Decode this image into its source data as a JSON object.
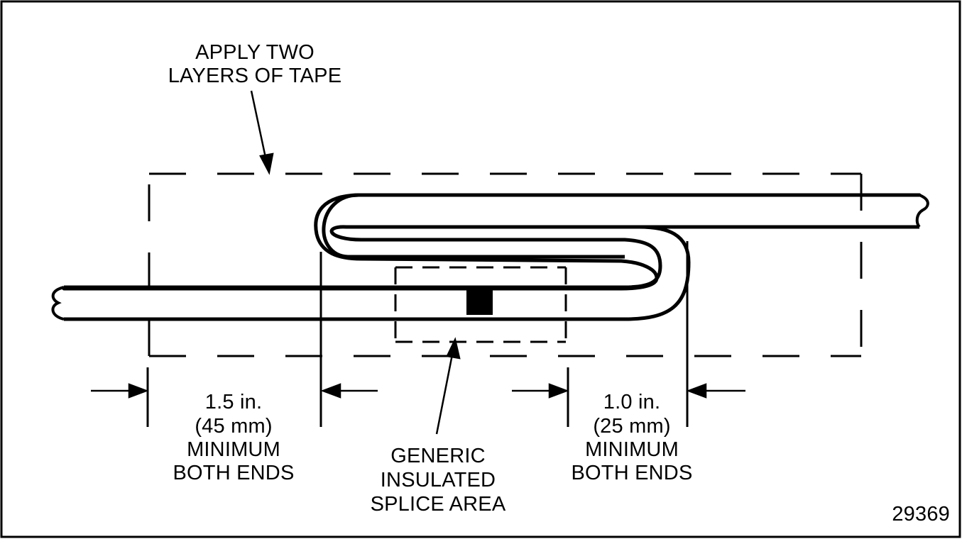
{
  "figure": {
    "id_text": "29369",
    "labels": {
      "tape_note": [
        "APPLY TWO",
        "LAYERS OF TAPE"
      ],
      "left_dim": [
        "1.5 in.",
        "(45 mm)",
        "MINIMUM",
        "BOTH ENDS"
      ],
      "right_dim": [
        "1.0 in.",
        "(25 mm)",
        "MINIMUM",
        "BOTH ENDS"
      ],
      "splice": [
        "GENERIC",
        "INSULATED",
        "SPLICE AREA"
      ]
    },
    "colors": {
      "ink": "#000000",
      "paper": "#ffffff"
    }
  }
}
